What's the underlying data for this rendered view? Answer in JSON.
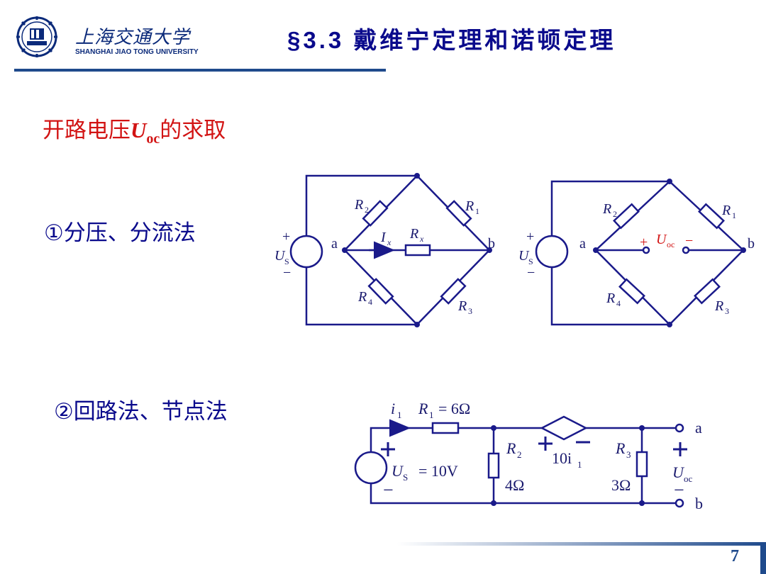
{
  "logo": {
    "name_cn": "上海交通大学",
    "name_en": "SHANGHAI  JIAO TONG  UNIVERSITY"
  },
  "title": "§3.3 戴维宁定理和诺顿定理",
  "heading": {
    "prefix": "开路电压",
    "var": "U",
    "sub": "oc",
    "suffix": "的求取"
  },
  "methods": {
    "m1": "①分压、分流法",
    "m2": "②回路法、节点法"
  },
  "bridge1": {
    "r1": "R",
    "r1s": "1",
    "r2": "R",
    "r2s": "2",
    "r3": "R",
    "r3s": "3",
    "r4": "R",
    "r4s": "4",
    "rx": "R",
    "rxs": "x",
    "ix": "I",
    "ixs": "x",
    "node_a": "a",
    "node_b": "b",
    "src": "U",
    "srcs": "S",
    "plus": "+",
    "minus": "−"
  },
  "bridge2": {
    "r1": "R",
    "r1s": "1",
    "r2": "R",
    "r2s": "2",
    "r3": "R",
    "r3s": "3",
    "r4": "R",
    "r4s": "4",
    "voc": "U",
    "vocs": "oc",
    "plus": "+",
    "minus": "−",
    "node_a": "a",
    "node_b": "b",
    "src": "U",
    "srcs": "S"
  },
  "circuit3": {
    "i1": "i",
    "i1s": "1",
    "r1": "R",
    "r1s": "1",
    "r1v": "= 6Ω",
    "us": "U",
    "uss": "S",
    "usv": "= 10V",
    "r2": "R",
    "r2s": "2",
    "r2v": "4Ω",
    "dep": "10i",
    "deps": "1",
    "r3": "R",
    "r3s": "3",
    "r3v": "3Ω",
    "uoc": "U",
    "uocs": "oc",
    "node_a": "a",
    "node_b": "b",
    "plus": "+",
    "minus": "−"
  },
  "page_number": "7"
}
